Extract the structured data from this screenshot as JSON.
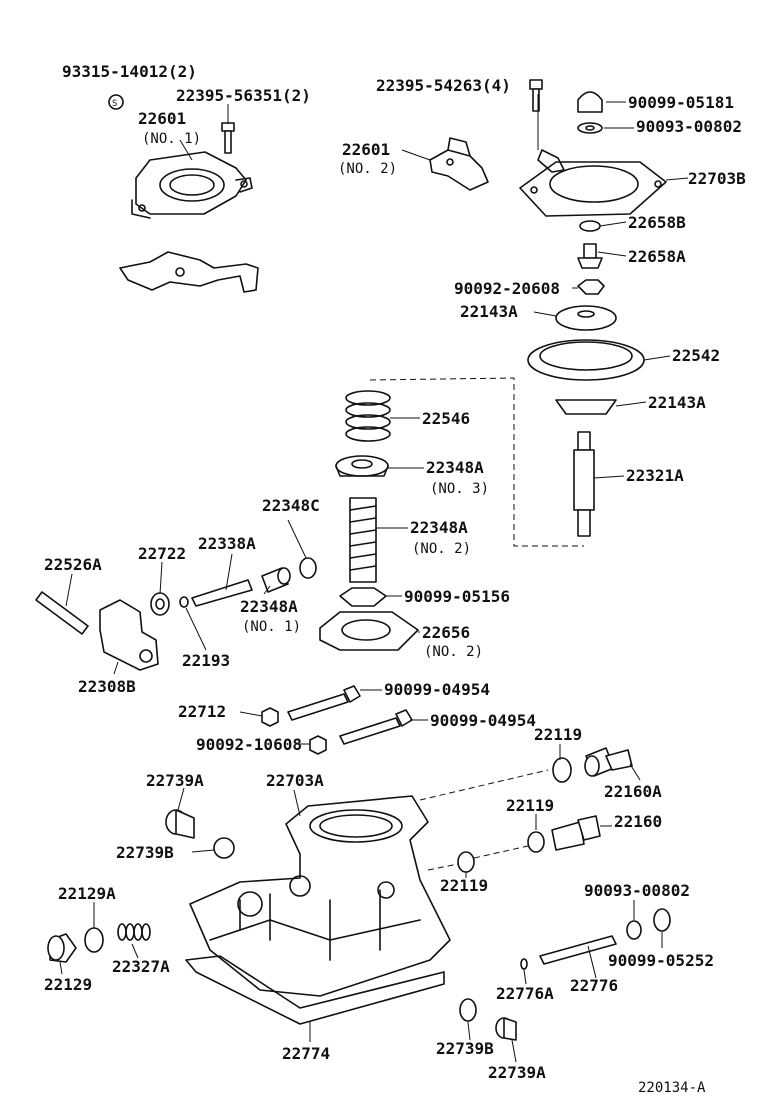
{
  "labels": [
    {
      "key": "l01",
      "text": "93315-14012(2)"
    },
    {
      "key": "l02",
      "text": "22395-56351(2)"
    },
    {
      "key": "l03",
      "text": "22601"
    },
    {
      "key": "l04",
      "text": "(NO. 1)"
    },
    {
      "key": "l05",
      "text": "22395-54263(4)"
    },
    {
      "key": "l06",
      "text": "90099-05181"
    },
    {
      "key": "l07",
      "text": "90093-00802"
    },
    {
      "key": "l08",
      "text": "22601"
    },
    {
      "key": "l09",
      "text": "(NO. 2)"
    },
    {
      "key": "l10",
      "text": "22703B"
    },
    {
      "key": "l11",
      "text": "22658B"
    },
    {
      "key": "l12",
      "text": "22658A"
    },
    {
      "key": "l13",
      "text": "90092-20608"
    },
    {
      "key": "l14",
      "text": "22143A"
    },
    {
      "key": "l15",
      "text": "22542"
    },
    {
      "key": "l16",
      "text": "22143A"
    },
    {
      "key": "l17",
      "text": "22546"
    },
    {
      "key": "l18",
      "text": "22348A"
    },
    {
      "key": "l19",
      "text": "(NO. 3)"
    },
    {
      "key": "l20",
      "text": "22321A"
    },
    {
      "key": "l21",
      "text": "22348C"
    },
    {
      "key": "l22",
      "text": "22348A"
    },
    {
      "key": "l23",
      "text": "(NO. 2)"
    },
    {
      "key": "l24",
      "text": "22526A"
    },
    {
      "key": "l25",
      "text": "22722"
    },
    {
      "key": "l26",
      "text": "22338A"
    },
    {
      "key": "l27",
      "text": "22348A"
    },
    {
      "key": "l28",
      "text": "(NO. 1)"
    },
    {
      "key": "l29",
      "text": "90099-05156"
    },
    {
      "key": "l30",
      "text": "22656"
    },
    {
      "key": "l31",
      "text": "(NO. 2)"
    },
    {
      "key": "l32",
      "text": "22193"
    },
    {
      "key": "l33",
      "text": "22308B"
    },
    {
      "key": "l34",
      "text": "90099-04954"
    },
    {
      "key": "l35",
      "text": "22712"
    },
    {
      "key": "l36",
      "text": "90099-04954"
    },
    {
      "key": "l37",
      "text": "90092-10608"
    },
    {
      "key": "l38",
      "text": "22119"
    },
    {
      "key": "l39",
      "text": "22739A"
    },
    {
      "key": "l40",
      "text": "22703A"
    },
    {
      "key": "l41",
      "text": "22160A"
    },
    {
      "key": "l42",
      "text": "22119"
    },
    {
      "key": "l43",
      "text": "22160"
    },
    {
      "key": "l44",
      "text": "22739B"
    },
    {
      "key": "l45",
      "text": "22119"
    },
    {
      "key": "l46",
      "text": "22129A"
    },
    {
      "key": "l47",
      "text": "90093-00802"
    },
    {
      "key": "l48",
      "text": "22327A"
    },
    {
      "key": "l49",
      "text": "22129"
    },
    {
      "key": "l50",
      "text": "90099-05252"
    },
    {
      "key": "l51",
      "text": "22776A"
    },
    {
      "key": "l52",
      "text": "22776"
    },
    {
      "key": "l53",
      "text": "22774"
    },
    {
      "key": "l54",
      "text": "22739B"
    },
    {
      "key": "l55",
      "text": "22739A"
    },
    {
      "key": "l56",
      "text": "220134-A"
    },
    {
      "key": "l57",
      "text": "S"
    }
  ]
}
